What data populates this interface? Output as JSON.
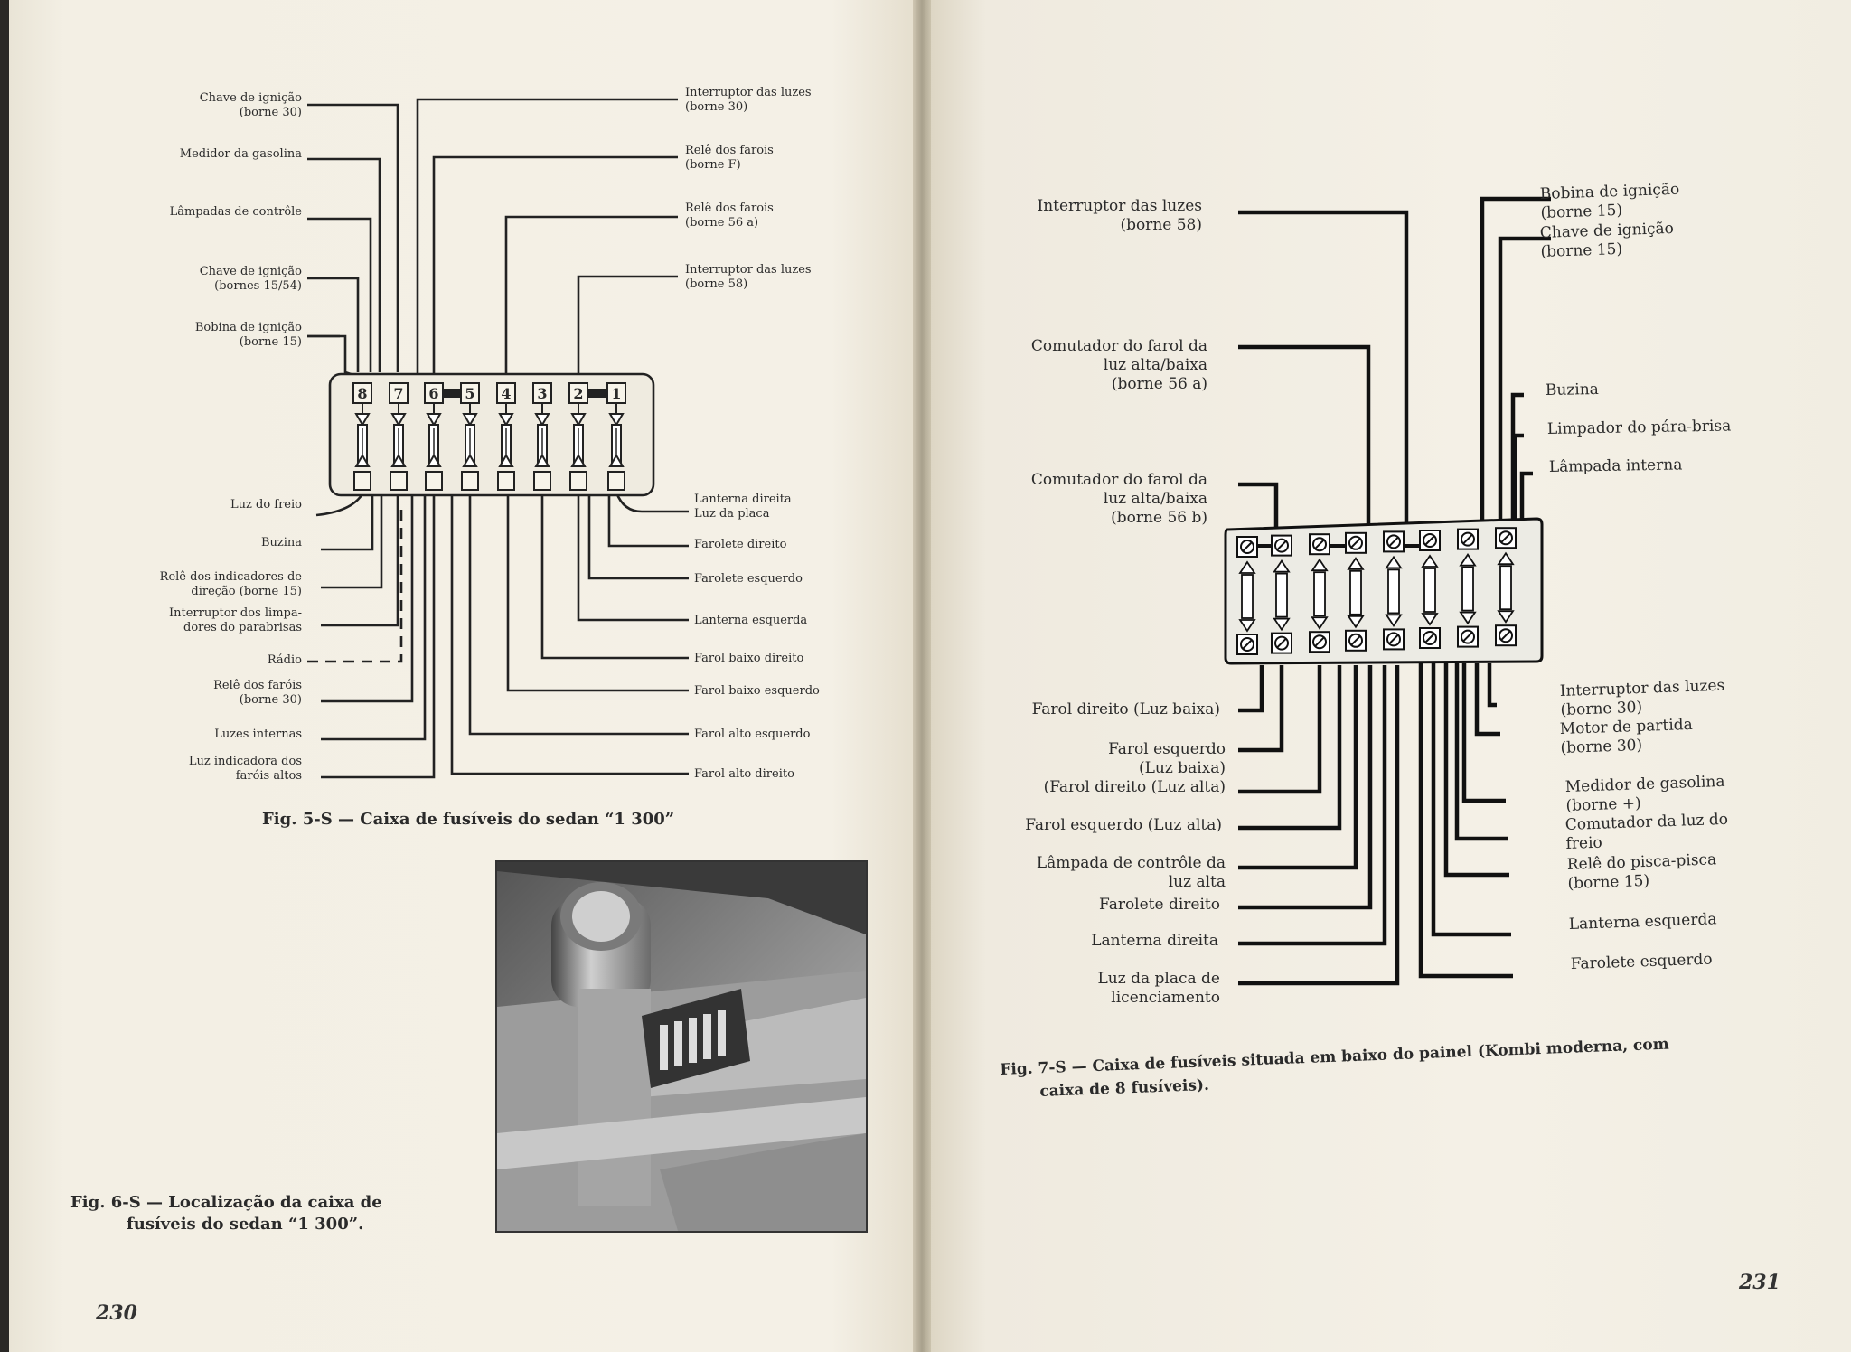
{
  "left_page": {
    "page_number": "230",
    "fig5": {
      "caption": "Fig. 5-S — Caixa de fusíveis do sedan “1 300”",
      "fuse_numbers": [
        "8",
        "7",
        "6",
        "5",
        "4",
        "3",
        "2",
        "1"
      ],
      "top_left_labels": [
        [
          "Chave de ignição",
          "(borne 30)"
        ],
        [
          "Medidor da gasolina"
        ],
        [
          "Lâmpadas de contrôle"
        ],
        [
          "Chave de ignição",
          "(bornes 15/54)"
        ],
        [
          "Bobina de ignição",
          "(borne 15)"
        ]
      ],
      "top_right_labels": [
        [
          "Interruptor das luzes",
          "(borne 30)"
        ],
        [
          "Relê dos farois",
          "(borne F)"
        ],
        [
          "Relê dos farois",
          "(borne 56 a)"
        ],
        [
          "Interruptor das luzes",
          "(borne 58)"
        ]
      ],
      "bottom_left_labels": [
        [
          "Luz do freio"
        ],
        [
          "Buzina"
        ],
        [
          "Relê dos indicadores de",
          "direção (borne 15)"
        ],
        [
          "Interruptor dos limpa-",
          "dores do parabrisas"
        ],
        [
          "Rádio"
        ],
        [
          "Relê dos faróis",
          "(borne 30)"
        ],
        [
          "Luzes internas"
        ],
        [
          "Luz indicadora dos",
          "faróis altos"
        ]
      ],
      "bottom_right_labels": [
        [
          "Lanterna direita",
          "Luz da placa"
        ],
        [
          "Farolete direito"
        ],
        [
          "Farolete esquerdo"
        ],
        [
          "Lanterna esquerda"
        ],
        [
          "Farol baixo direito"
        ],
        [
          "Farol baixo esquerdo"
        ],
        [
          "Farol alto esquerdo"
        ],
        [
          "Farol alto direito"
        ]
      ]
    },
    "fig6": {
      "caption_line1": "Fig. 6-S — Localização da caixa de",
      "caption_line2": "fusíveis do sedan “1 300”."
    }
  },
  "right_page": {
    "page_number": "231",
    "fig7": {
      "caption_line1": "Fig. 7-S — Caixa de fusíveis situada em baixo do painel (Kombi moderna, com",
      "caption_line2": "caixa de 8 fusíveis).",
      "top_left_labels": [
        [
          "Interruptor das luzes",
          "(borne 58)"
        ],
        [
          "Comutador do farol da",
          "luz alta/baixa",
          "(borne 56 a)"
        ],
        [
          "Comutador do farol da",
          "luz alta/baixa",
          "(borne 56 b)"
        ]
      ],
      "top_right_labels": [
        [
          "Bobina de ignição",
          "(borne 15)"
        ],
        [
          "Chave de ignição",
          "(borne 15)"
        ],
        [
          "Buzina"
        ],
        [
          "Limpador do pára-brisa"
        ],
        [
          "Lâmpada interna"
        ]
      ],
      "bottom_left_labels": [
        [
          "Farol direito (Luz baixa)"
        ],
        [
          "Farol esquerdo",
          "(Luz baixa)"
        ],
        [
          "(Farol direito (Luz alta)"
        ],
        [
          "Farol esquerdo (Luz alta)"
        ],
        [
          "Lâmpada de contrôle da",
          "luz alta"
        ],
        [
          "Farolete direito"
        ],
        [
          "Lanterna direita"
        ],
        [
          "Luz da placa de",
          "licenciamento"
        ]
      ],
      "bottom_right_labels": [
        [
          "Interruptor das luzes",
          "(borne 30)"
        ],
        [
          "Motor de partida",
          "(borne 30)"
        ],
        [
          "Medidor de gasolina",
          "(borne +)"
        ],
        [
          "Comutador da luz do",
          "freio"
        ],
        [
          "Relê do pisca-pisca",
          "(borne 15)"
        ],
        [
          "Lanterna esquerda"
        ],
        [
          "Farolete esquerdo"
        ]
      ]
    }
  }
}
